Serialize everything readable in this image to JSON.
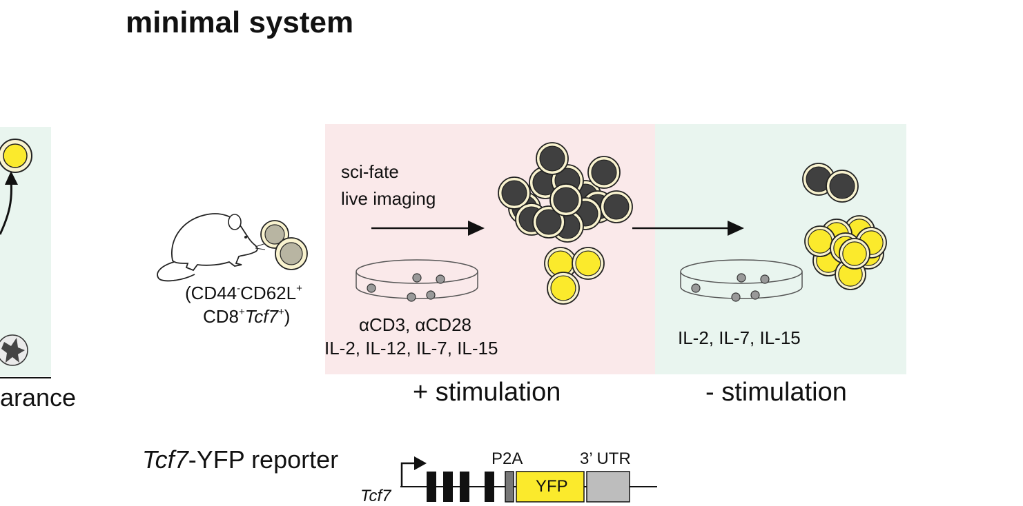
{
  "title": "minimal system",
  "left_partial_label": "arance",
  "mouse_label": {
    "line1_a": "(CD44",
    "line1_sup1": "-",
    "line1_b": "CD62L",
    "line1_sup2": "+",
    "line2_a": "CD8",
    "line2_sup1": "+",
    "line2_gene": "Tcf7",
    "line2_sup2": "+",
    "line2_close": ")"
  },
  "methods": {
    "line1": "sci-fate",
    "line2": "live imaging"
  },
  "stim_media": {
    "line1": "αCD3, αCD28",
    "line2": "IL-2, IL-12, IL-7, IL-15"
  },
  "rest_media": {
    "line1": "IL-2, IL-7, IL-15"
  },
  "panel_labels": {
    "plus": "+ stimulation",
    "minus": "- stimulation"
  },
  "reporter": {
    "gene_italic": "Tcf7",
    "title_rest": "-YFP reporter",
    "gene_label": "Tcf7",
    "p2a_label": "P2A",
    "yfp_label": "YFP",
    "utr_label": "3’ UTR"
  },
  "colors": {
    "stim_bg": "#fae9ea",
    "rest_bg": "#e9f5ef",
    "yfp_yellow": "#fbea2c",
    "cell_rim": "#f9f3cf",
    "cell_dark": "#404040",
    "naive_cell": "#b8b5a2",
    "utr_gray": "#bdbdbd"
  },
  "icons": [
    "mouse-icon",
    "petri-dish-icon",
    "arrow-icon",
    "promoter-arrow-icon"
  ]
}
